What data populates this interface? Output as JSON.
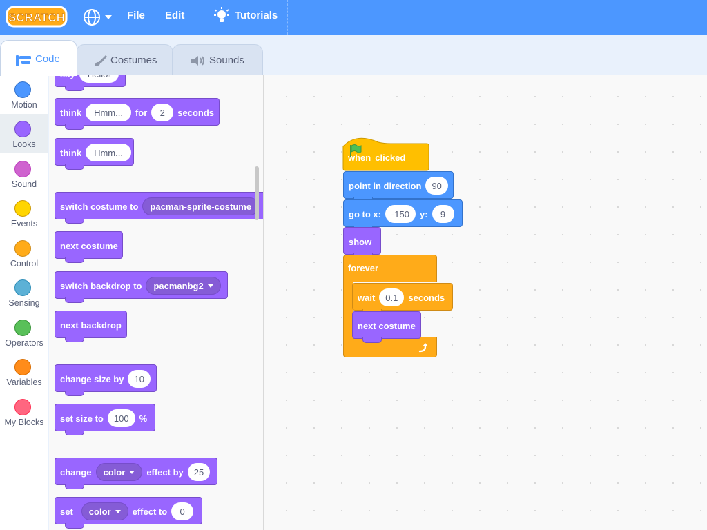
{
  "menubar": {
    "logo_text": "SCRATCH",
    "file": "File",
    "edit": "Edit",
    "tutorials": "Tutorials"
  },
  "tabs": [
    {
      "label": "Code",
      "icon": "code-blocks-icon",
      "active": true
    },
    {
      "label": "Costumes",
      "icon": "paintbrush-icon",
      "active": false
    },
    {
      "label": "Sounds",
      "icon": "speaker-icon",
      "active": false
    }
  ],
  "categories": [
    {
      "label": "Motion",
      "color": "#4c97ff"
    },
    {
      "label": "Looks",
      "color": "#9966ff",
      "active": true
    },
    {
      "label": "Sound",
      "color": "#cf63cf"
    },
    {
      "label": "Events",
      "color": "#ffd500"
    },
    {
      "label": "Control",
      "color": "#ffab19"
    },
    {
      "label": "Sensing",
      "color": "#5cb1d6"
    },
    {
      "label": "Operators",
      "color": "#59c059"
    },
    {
      "label": "Variables",
      "color": "#ff8c1a"
    },
    {
      "label": "My Blocks",
      "color": "#ff6680"
    }
  ],
  "palette": {
    "say": {
      "label": "say",
      "arg": "Hello!"
    },
    "think_for": {
      "label": "think",
      "arg": "Hmm...",
      "for_label": "for",
      "secs": "2",
      "seconds_label": "seconds"
    },
    "think": {
      "label": "think",
      "arg": "Hmm..."
    },
    "switch_costume": {
      "label": "switch costume to",
      "value": "pacman-sprite-costume"
    },
    "next_costume": {
      "label": "next costume"
    },
    "switch_backdrop": {
      "label": "switch backdrop to",
      "value": "pacmanbg2"
    },
    "next_backdrop": {
      "label": "next backdrop"
    },
    "change_size": {
      "label": "change size by",
      "value": "10"
    },
    "set_size": {
      "label": "set size to",
      "value": "100",
      "unit": "%"
    },
    "change_effect": {
      "label": "change",
      "effect": "color",
      "by_label": "effect by",
      "value": "25"
    },
    "set_effect": {
      "label": "set",
      "effect": "color",
      "to_label": "effect to",
      "value": "0"
    }
  },
  "script": {
    "when_clicked": {
      "when": "when",
      "clicked": "clicked"
    },
    "point_direction": {
      "label": "point in direction",
      "value": "90"
    },
    "go_to": {
      "label": "go to x:",
      "x": "-150",
      "y_label": "y:",
      "y": "9"
    },
    "show": {
      "label": "show"
    },
    "forever": {
      "label": "forever"
    },
    "wait": {
      "label": "wait",
      "value": "0.1",
      "seconds_label": "seconds"
    },
    "next_costume": {
      "label": "next costume"
    }
  }
}
